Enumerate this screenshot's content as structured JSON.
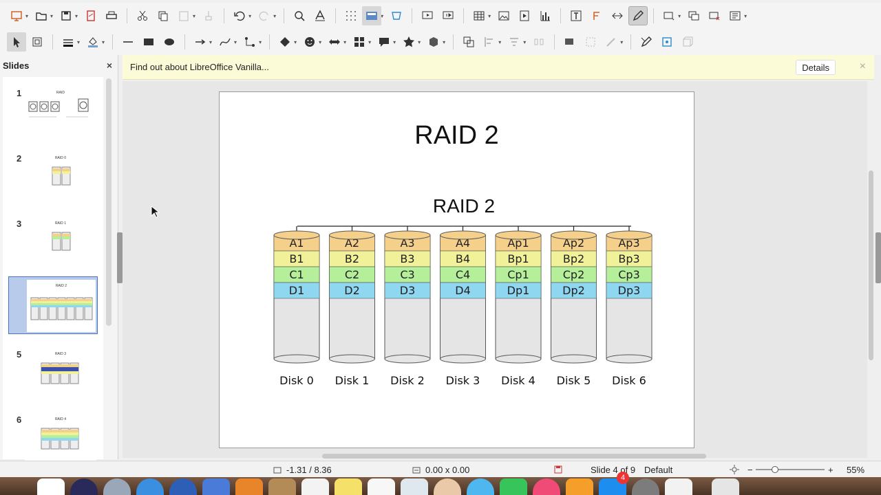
{
  "toolbar1": {
    "icons": [
      "slideshow-icon",
      "open-icon",
      "save-icon",
      "export-pdf-icon",
      "print-icon",
      "cut-icon",
      "copy-icon",
      "paste-icon",
      "clone-icon",
      "undo-icon",
      "redo-icon",
      "find-icon",
      "spelling-icon",
      "grid-icon",
      "display-views-icon",
      "master-slide-icon",
      "start-first-icon",
      "start-current-icon",
      "table-icon",
      "image-icon",
      "media-icon",
      "chart-icon",
      "textbox-icon",
      "fontwork-icon",
      "special-char-icon",
      "draw-functions-icon",
      "new-slide-icon",
      "duplicate-slide-icon",
      "delete-slide-icon",
      "slide-layout-icon"
    ]
  },
  "toolbar2": {
    "line_color": "#111111",
    "fill_color": "#729fcf"
  },
  "slides_pane": {
    "title": "Slides",
    "close": "×",
    "thumbs": [
      {
        "num": "1",
        "title": "RAID"
      },
      {
        "num": "2",
        "title": "RAID 0"
      },
      {
        "num": "3",
        "title": "RAID 1"
      },
      {
        "num": "4",
        "title": "RAID 2"
      },
      {
        "num": "5",
        "title": "RAID 3"
      },
      {
        "num": "6",
        "title": "RAID 4"
      }
    ]
  },
  "infobar": {
    "message": "Find out about LibreOffice Vanilla...",
    "details_label": "Details",
    "close": "×"
  },
  "slide": {
    "title": "RAID 2",
    "diagram_title": "RAID 2",
    "disks": [
      {
        "label": "Disk 0",
        "blocks": [
          "A1",
          "B1",
          "C1",
          "D1"
        ]
      },
      {
        "label": "Disk 1",
        "blocks": [
          "A2",
          "B2",
          "C2",
          "D2"
        ]
      },
      {
        "label": "Disk 2",
        "blocks": [
          "A3",
          "B3",
          "C3",
          "D3"
        ]
      },
      {
        "label": "Disk 3",
        "blocks": [
          "A4",
          "B4",
          "C4",
          "D4"
        ]
      },
      {
        "label": "Disk 4",
        "blocks": [
          "Ap1",
          "Bp1",
          "Cp1",
          "Dp1"
        ]
      },
      {
        "label": "Disk 5",
        "blocks": [
          "Ap2",
          "Bp2",
          "Cp2",
          "Dp2"
        ]
      },
      {
        "label": "Disk 6",
        "blocks": [
          "Ap3",
          "Bp3",
          "Cp3",
          "Dp3"
        ]
      }
    ],
    "colors": {
      "a": "#f5d08a",
      "b": "#f1f199",
      "c": "#b6ef9a",
      "d": "#8fd6f1",
      "body": "#e5e5e5"
    }
  },
  "statusbar": {
    "position": "-1.31 / 8.36",
    "size": "0.00 x 0.00",
    "slide_info": "Slide 4 of 9",
    "master": "Default",
    "zoom": "55%",
    "zoom_minus": "−",
    "zoom_plus": "+"
  },
  "dock": {
    "badge_count": "4"
  }
}
